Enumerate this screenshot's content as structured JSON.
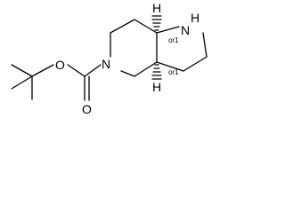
{
  "molecule": {
    "atoms": {
      "ester_oxygen": "O",
      "carbonyl_oxygen": "O",
      "ring_nitrogen": "N",
      "amine_nitrogen": "N",
      "amine_hydrogen": "H",
      "bridgehead_top_hydrogen": "H",
      "bridgehead_bottom_hydrogen": "H"
    },
    "stereo_descriptors": {
      "top": "or1",
      "bottom": "or1"
    }
  }
}
